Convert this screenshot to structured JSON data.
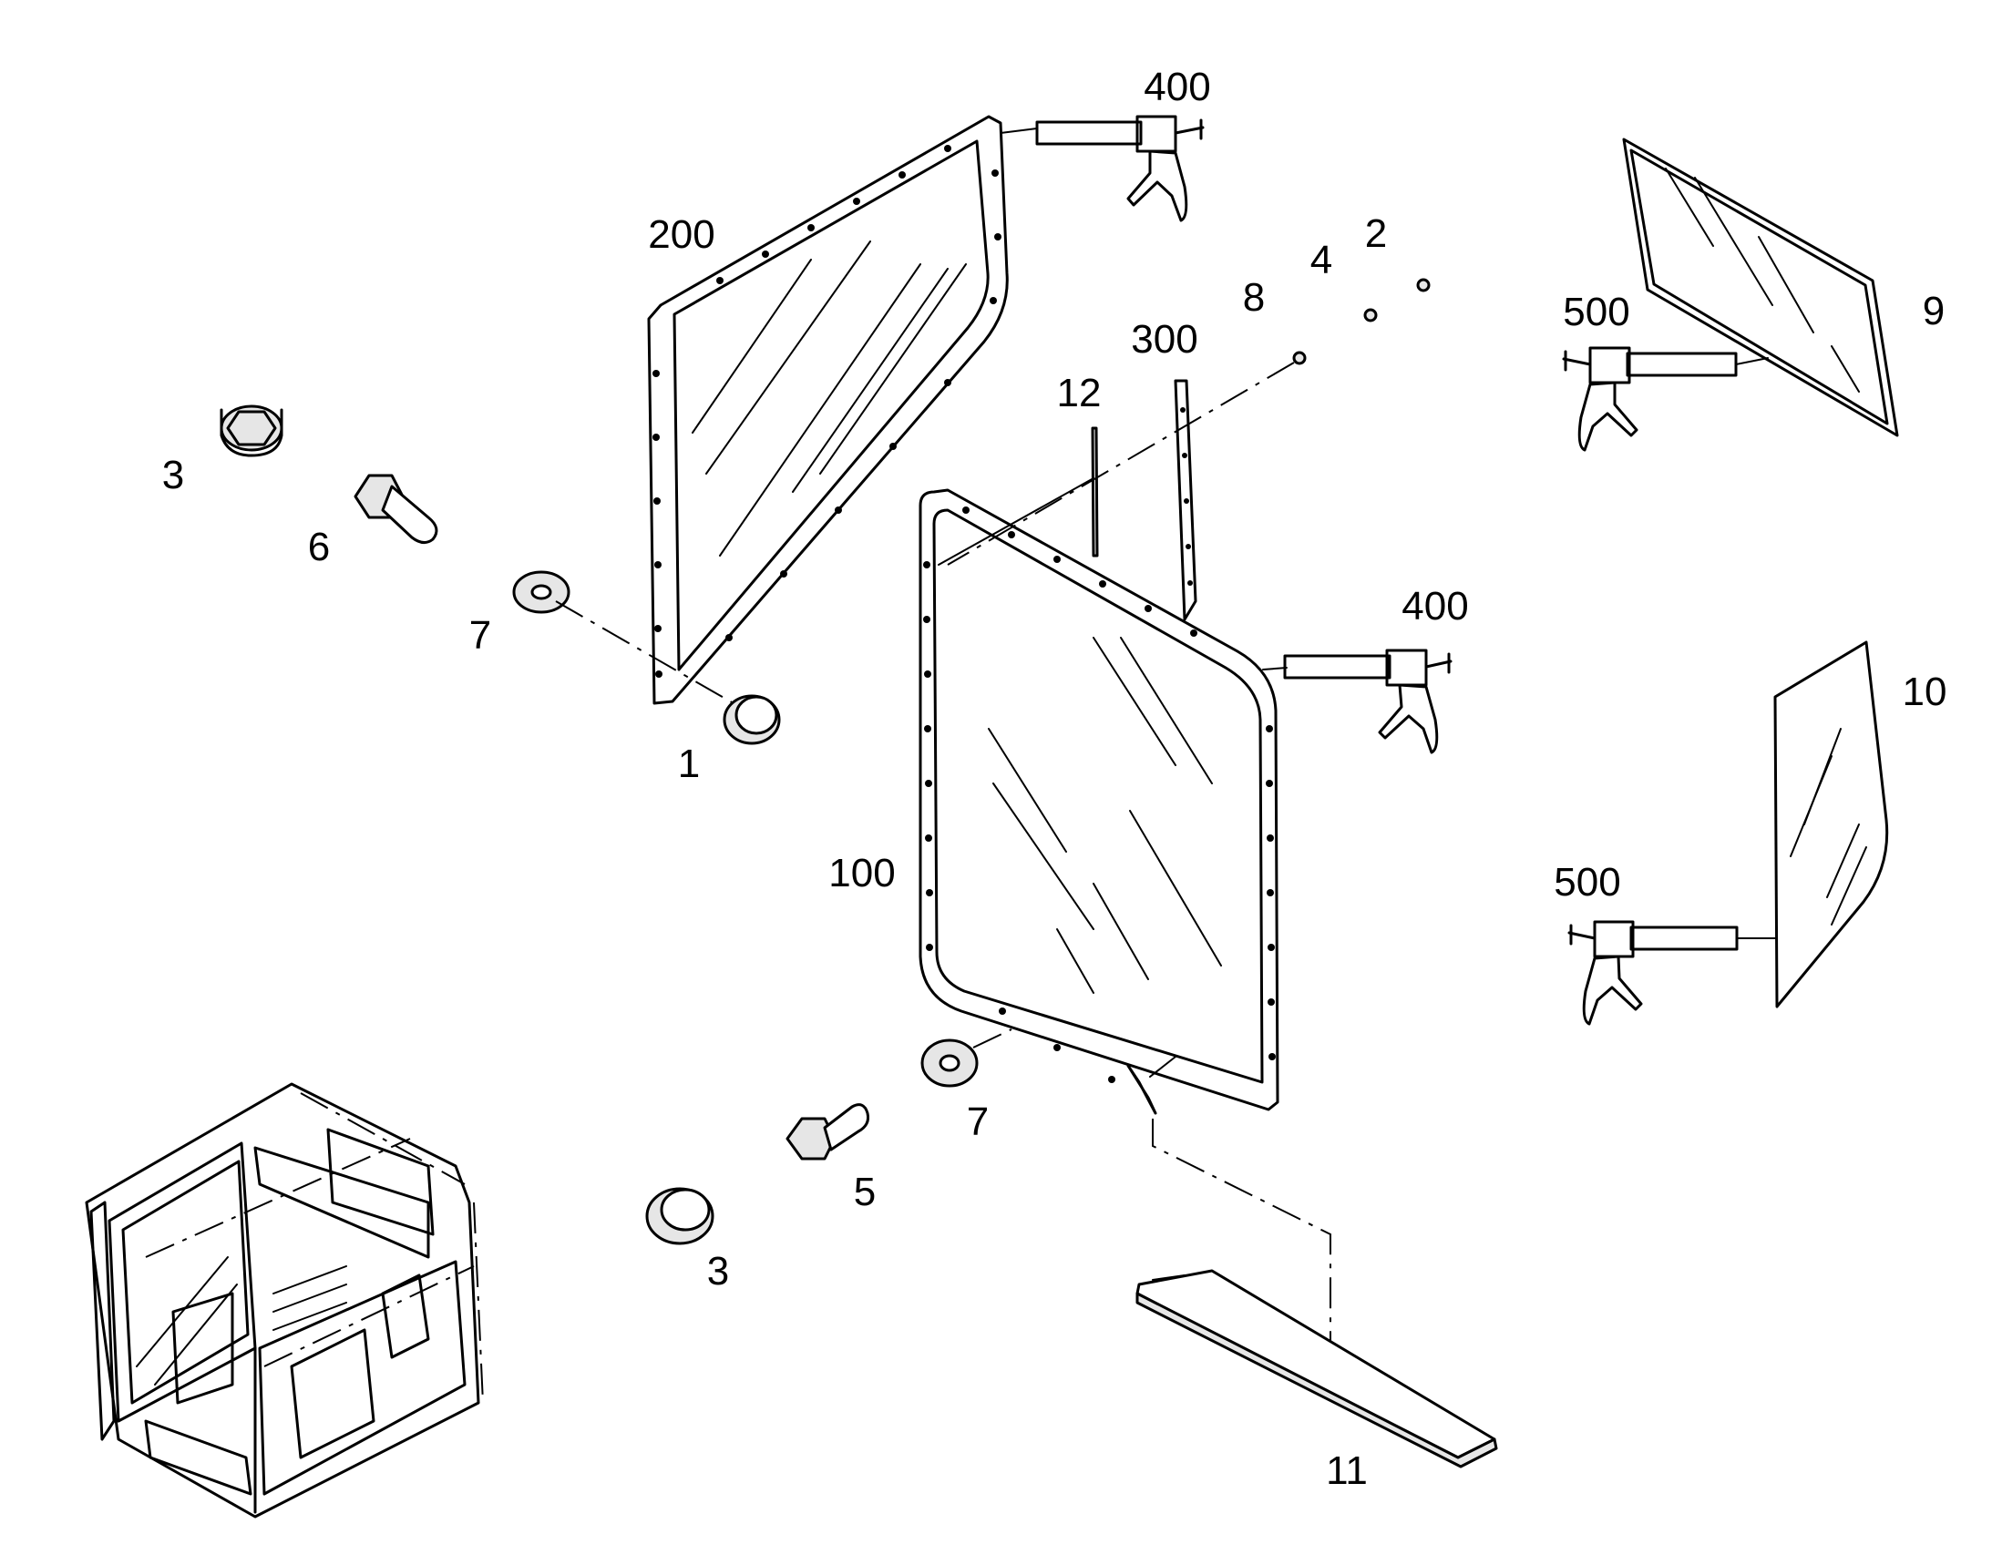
{
  "labels": {
    "l400a": "400",
    "l200": "200",
    "l2": "2",
    "l4": "4",
    "l8": "8",
    "l300": "300",
    "l12": "12",
    "l500a": "500",
    "l9": "9",
    "l3a": "3",
    "l6": "6",
    "l7a": "7",
    "l1": "1",
    "l400b": "400",
    "l10": "10",
    "l100": "100",
    "l500b": "500",
    "l7b": "7",
    "l5": "5",
    "l3b": "3",
    "l11": "11"
  }
}
